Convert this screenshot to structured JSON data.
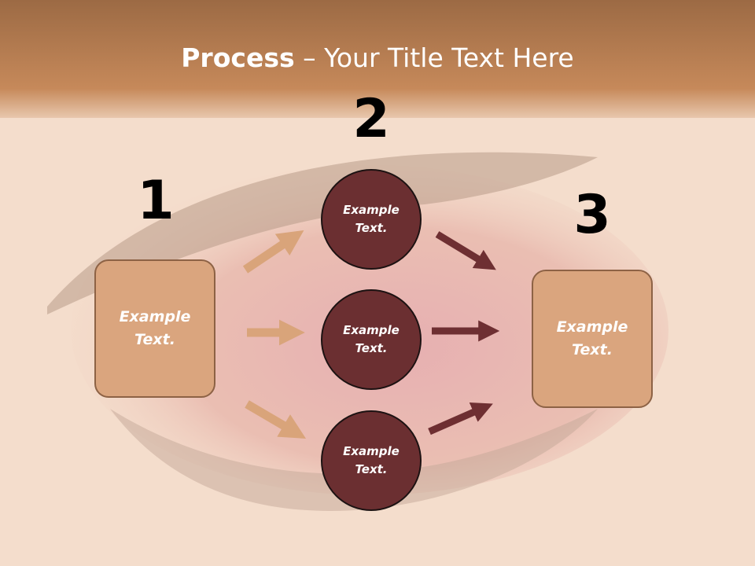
{
  "title": {
    "bold": "Process",
    "rest": " – Your Title Text Here"
  },
  "steps": [
    {
      "number": "1",
      "text": "Example\nText."
    },
    {
      "number": "2",
      "items": [
        "Example\nText.",
        "Example\nText.",
        "Example\nText."
      ]
    },
    {
      "number": "3",
      "text": "Example\nText."
    }
  ],
  "colors": {
    "header": "#b87a4c",
    "box_fill": "#daa57e",
    "box_border": "#8d6245",
    "circle_fill": "#6b2f31",
    "arrow_light": "#d9a47a",
    "arrow_dark": "#6e2f32"
  }
}
